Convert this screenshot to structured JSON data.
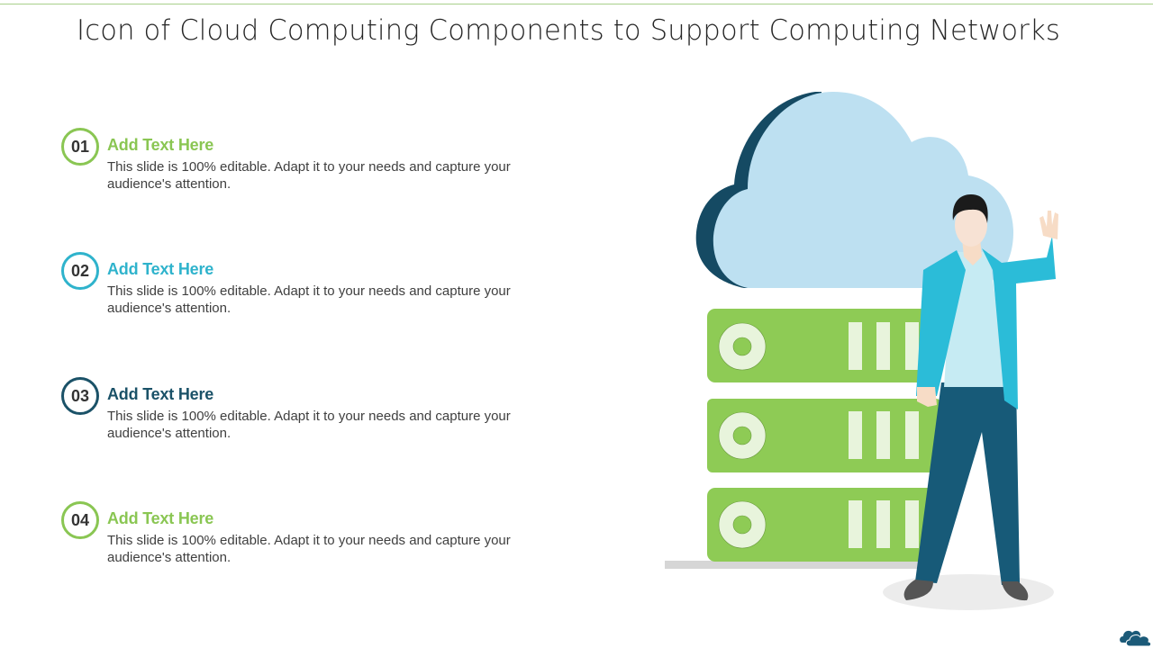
{
  "slide": {
    "title": "Icon of Cloud Computing Components to Support Computing Networks",
    "colors": {
      "green": "#8ac653",
      "cyan": "#28b4cc",
      "navy": "#1a5570",
      "cloud": "#bde0f1",
      "cloud_shadow": "#154a63",
      "server": "#8ecb55",
      "server_detail": "#e8f4dc"
    },
    "items": [
      {
        "number": "01",
        "heading": "Add Text Here",
        "body": "This slide is 100% editable. Adapt it to your needs and capture your audience's attention.",
        "color": "#8ac653"
      },
      {
        "number": "02",
        "heading": "Add Text Here",
        "body": "This slide is 100% editable. Adapt it to your needs and capture your audience's attention.",
        "color": "#2fb3cc"
      },
      {
        "number": "03",
        "heading": "Add Text Here",
        "body": "This slide is 100% editable. Adapt it to your needs and capture your audience's attention.",
        "color": "#1b5268"
      },
      {
        "number": "04",
        "heading": "Add Text Here",
        "body": "This slide is 100% editable. Adapt it to your needs and capture your audience's attention.",
        "color": "#8ac653"
      }
    ],
    "illustration": {
      "icons": [
        "cloud-icon",
        "server-rack-icon",
        "person-waving-icon"
      ]
    },
    "logo_icon": "cloud-logo-icon"
  }
}
